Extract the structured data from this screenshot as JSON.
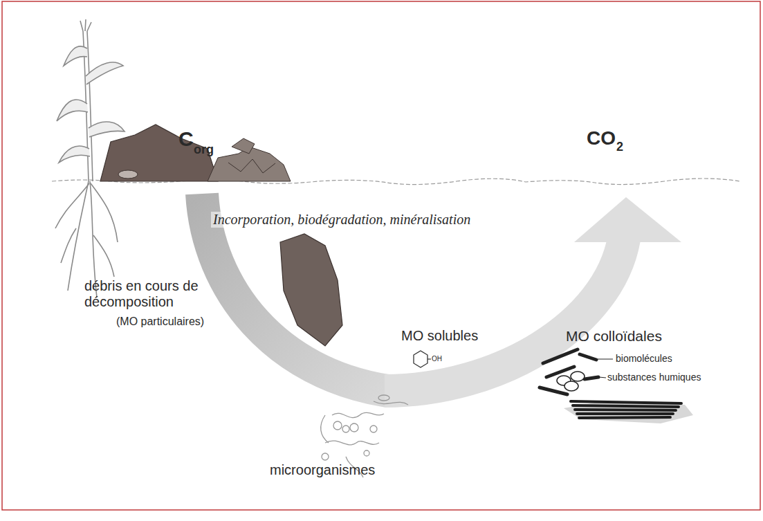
{
  "diagram": {
    "labels": [
      "C",
      "org",
      "CO",
      "2",
      "Incorporation, biodégradation, minéralisation",
      "débris en cours de décomposition",
      "(MO particulaires)",
      "MO solubles",
      "OH",
      "MO colloïdales",
      "biomolécules",
      "substances humiques",
      "microorganismes"
    ]
  }
}
